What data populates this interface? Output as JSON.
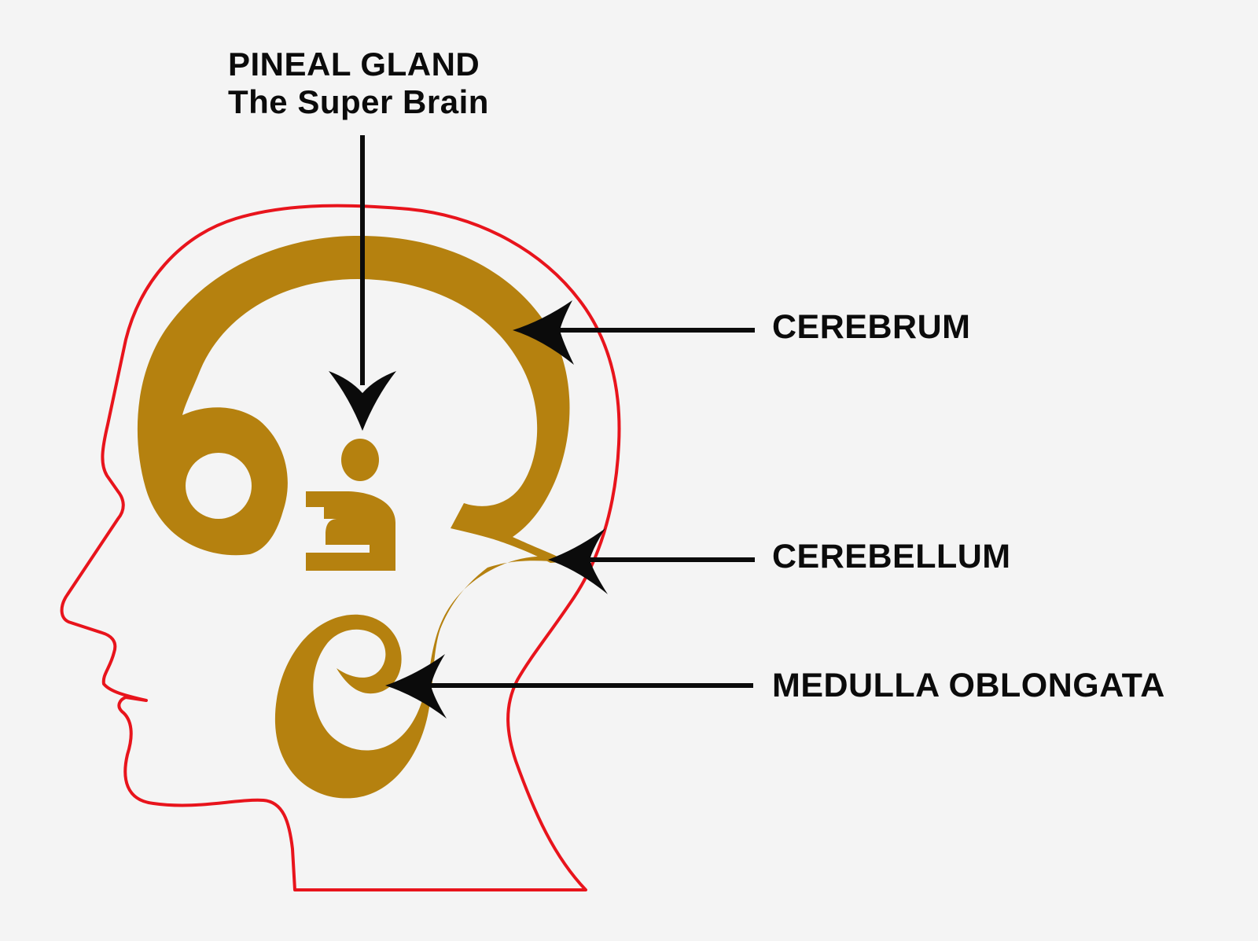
{
  "title": {
    "line1": "PINEAL GLAND",
    "line2": "The Super Brain"
  },
  "labels": {
    "cerebrum": "CEREBRUM",
    "cerebellum": "CEREBELLUM",
    "medulla": "MEDULLA OBLONGATA"
  },
  "colors": {
    "background": "#f4f4f4",
    "head_outline": "#e8141c",
    "glyph": "#b5810f",
    "arrows": "#0b0b0b",
    "text": "#0b0b0b"
  }
}
